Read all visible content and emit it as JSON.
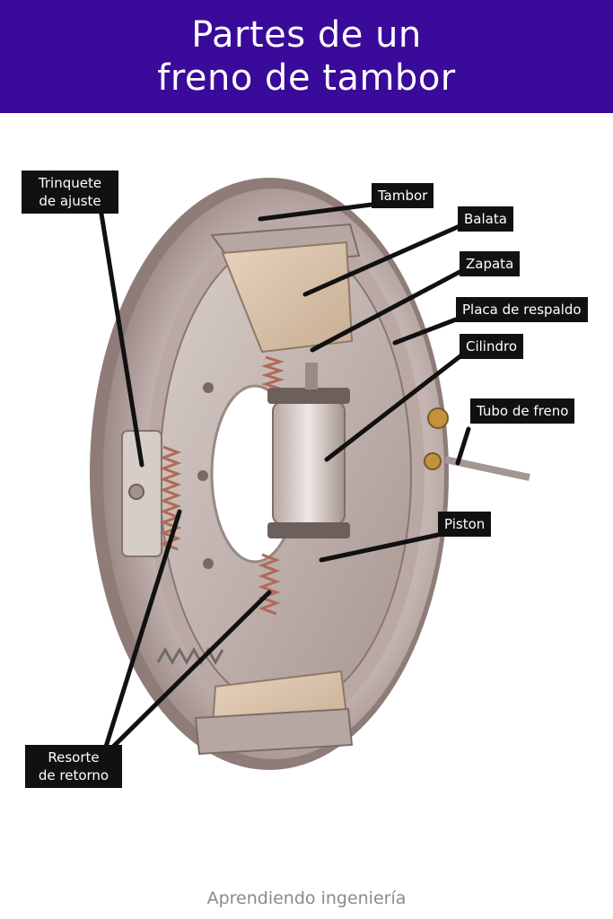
{
  "header": {
    "title_line1": "Partes de un",
    "title_line2": "freno de tambor"
  },
  "labels": {
    "trinquete_line1": "Trinquete",
    "trinquete_line2": "de ajuste",
    "tambor": "Tambor",
    "balata": "Balata",
    "zapata": "Zapata",
    "placa": "Placa de respaldo",
    "cilindro": "Cilindro",
    "tubo": "Tubo de freno",
    "piston": "Piston",
    "resorte_line1": "Resorte",
    "resorte_line2": "de retorno"
  },
  "footer": {
    "credit": "Aprendiendo ingeniería"
  },
  "colors": {
    "header_bg": "#3a0a9a",
    "label_bg": "#111111",
    "label_text": "#ffffff"
  }
}
